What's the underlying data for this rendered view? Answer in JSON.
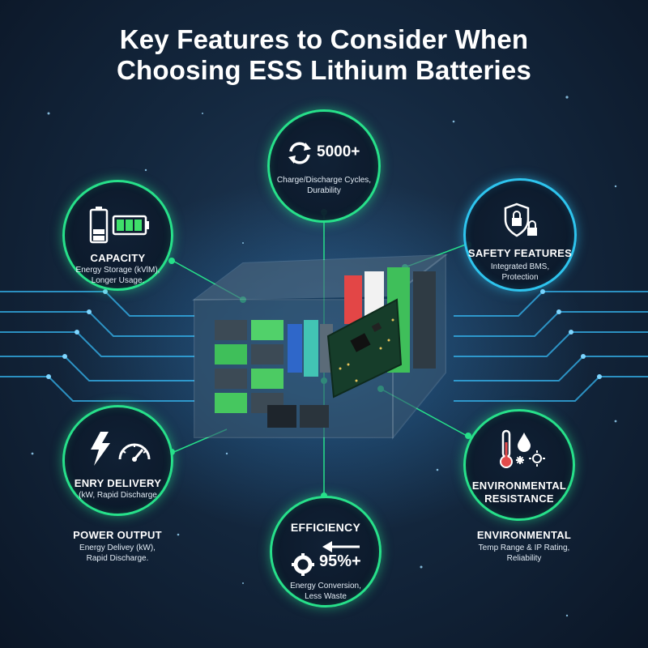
{
  "title": {
    "line1": "Key Features to Consider When",
    "line2": "Choosing ESS Lithium Batteries"
  },
  "features": {
    "cycles": {
      "value": "5000+",
      "line1": "Charge/Discharge Cycles,",
      "line2": "Durability",
      "icon": "refresh-icon"
    },
    "capacity": {
      "heading": "CAPACITY",
      "line1": "Energy Storage (kVlM),",
      "line2": "Longer Usage.",
      "icon": "battery-level-icon"
    },
    "safety": {
      "heading": "SAFETY FEATURES",
      "line1": "Integrated BMS,",
      "line2": "Protection",
      "icon": "shield-lock-icon"
    },
    "power": {
      "heading": "ENRY DELIVERY",
      "line1": "(kW, Rapid Discharge",
      "icon": "lightning-gauge-icon"
    },
    "environmental": {
      "heading_line1": "ENVIRONMENTAL",
      "heading_line2": "RESISTANCE",
      "icon": "thermometer-weather-icon"
    },
    "efficiency": {
      "heading": "EFFICIENCY",
      "value": "95%+",
      "line1": "Energy Conversion,",
      "line2": "Less Waste",
      "icon": "gear-arrow-icon"
    }
  },
  "external_labels": {
    "power_output": {
      "heading": "POWER OUTPUT",
      "line1": "Energy Delivey (kW),",
      "line2": "Rapid Discharge."
    },
    "environmental": {
      "heading": "ENVIRONMENTAL",
      "line1": "Temp Range & IP Rating,",
      "line2": "Reliability"
    }
  },
  "colors": {
    "accent_green": "#27e08a",
    "accent_blue": "#2ec4ee",
    "background": "#14283f"
  }
}
